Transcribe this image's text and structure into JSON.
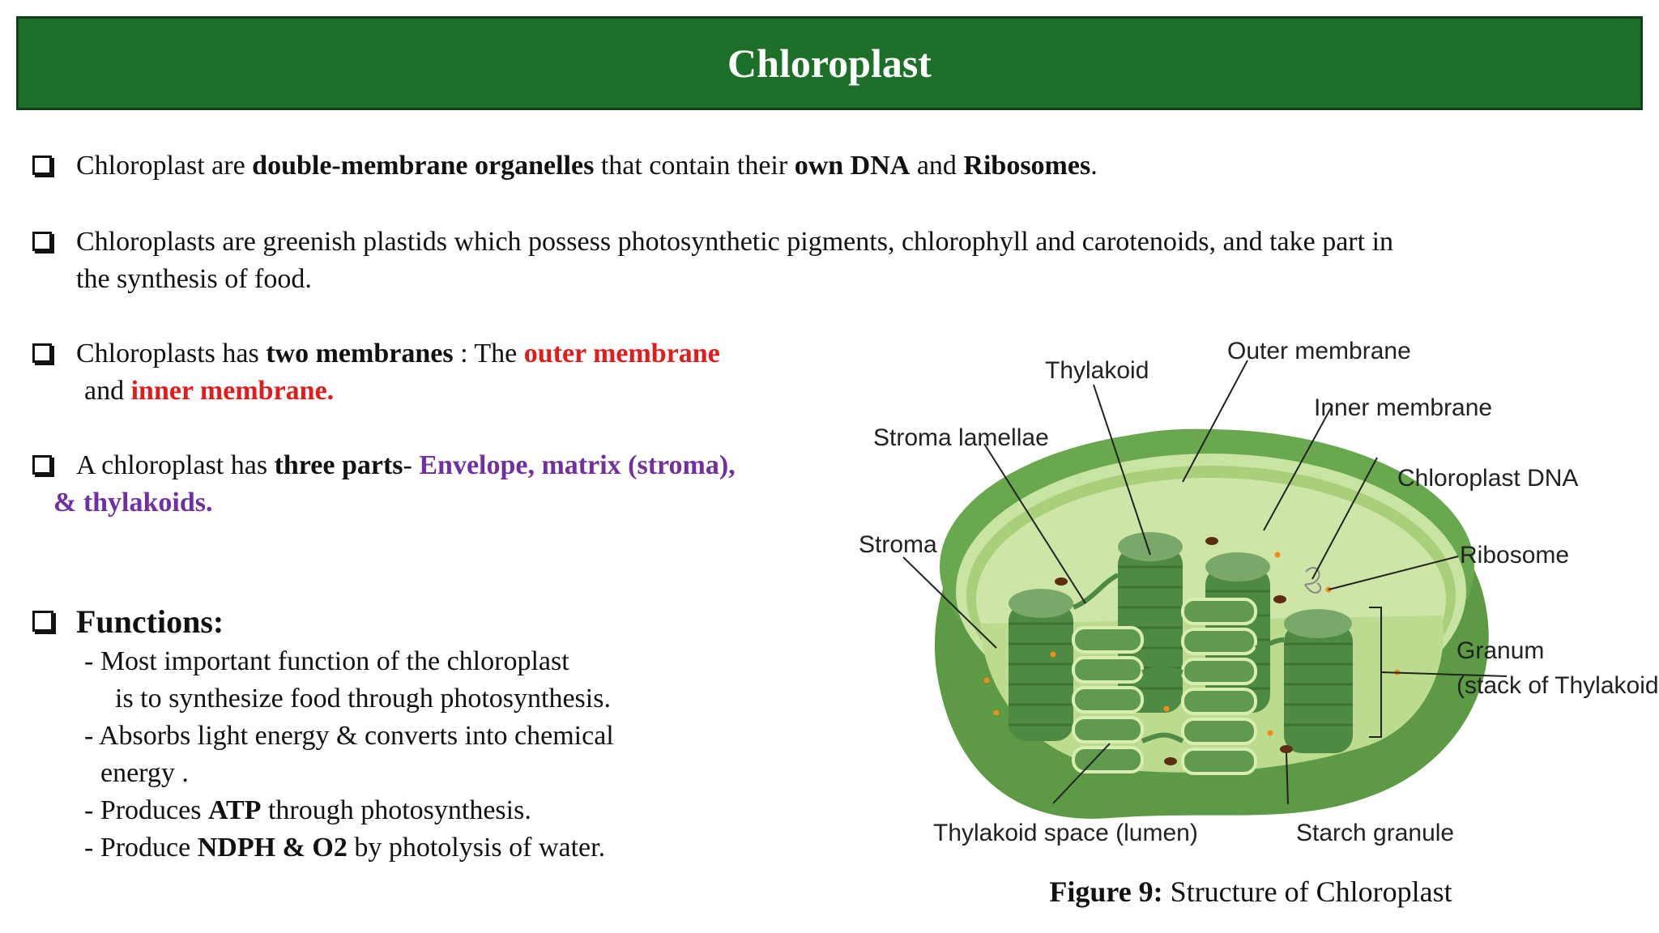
{
  "title": "Chloroplast",
  "bullets": {
    "b1": {
      "t1": "Chloroplast are ",
      "t2": "double-membrane organelles",
      "t3": " that contain their ",
      "t4": "own DNA",
      "t5": " and ",
      "t6": "Ribosomes",
      "t7": "."
    },
    "b2": {
      "line1": "Chloroplasts are greenish plastids which possess photosynthetic pigments, chlorophyll and carotenoids, and take part in",
      "line2": "the synthesis of food."
    },
    "b3": {
      "t1": "Chloroplasts has ",
      "t2": "two membranes",
      "t3": " : The ",
      "t4": "outer membrane",
      "t5": "and ",
      "t6": "inner membrane."
    },
    "b4": {
      "t1": "A chloroplast has ",
      "t2": "three parts",
      "t3": "- ",
      "t4": "Envelope, matrix (stroma),",
      "t5": "& thylakoids."
    }
  },
  "functions": {
    "heading": "Functions:",
    "l1": "- Most important function of the chloroplast",
    "l2": "is to synthesize food through photosynthesis.",
    "l3": "- Absorbs light energy & converts into chemical",
    "l4": "energy .",
    "l5a": "- Produces ",
    "l5b": "ATP",
    "l5c": " through photosynthesis.",
    "l6a": "- Produce ",
    "l6b": "NDPH & O2",
    "l6c": " by photolysis of water."
  },
  "diagram": {
    "labels": {
      "thylakoid": "Thylakoid",
      "outer_membrane": "Outer membrane",
      "inner_membrane": "Inner membrane",
      "stroma_lamellae": "Stroma lamellae",
      "chloroplast_dna": "Chloroplast DNA",
      "stroma": "Stroma",
      "ribosome": "Ribosome",
      "granum": "Granum",
      "granum_sub": "(stack of Thylakoid)",
      "thylakoid_space": "Thylakoid space (lumen)",
      "starch_granule": "Starch granule"
    }
  },
  "caption": {
    "bold": "Figure 9:",
    "rest": " Structure of Chloroplast"
  },
  "colors": {
    "title_bg": "#1d6f2a",
    "highlight_red": "#e31b1b",
    "highlight_purple": "#7030a0"
  }
}
